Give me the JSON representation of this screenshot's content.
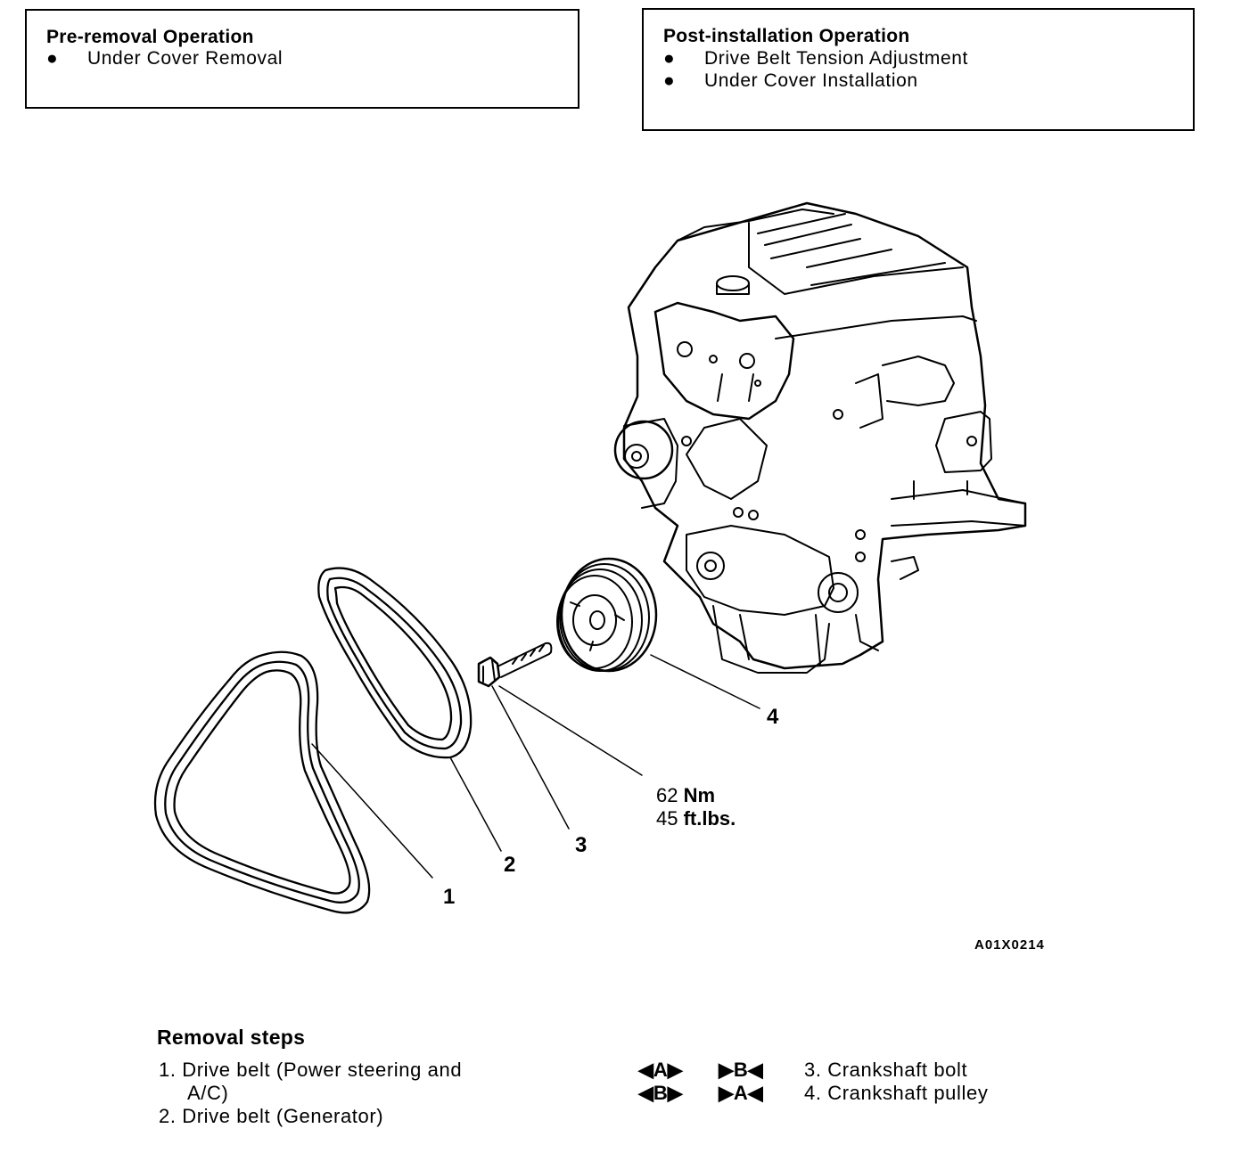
{
  "pre_removal": {
    "title": "Pre-removal Operation",
    "items": [
      "Under Cover Removal"
    ]
  },
  "post_installation": {
    "title": "Post-installation Operation",
    "items": [
      "Drive Belt Tension Adjustment",
      "Under Cover Installation"
    ]
  },
  "bullet": "●",
  "callouts": [
    "1",
    "2",
    "3",
    "4"
  ],
  "torque": {
    "value_nm": "62",
    "unit_nm": "Nm",
    "value_ft": "45",
    "unit_ft": "ft.lbs."
  },
  "figure_code": "A01X0214",
  "removal_steps": {
    "title": "Removal steps",
    "step1_line1": "1. Drive belt (Power steering and",
    "step1_line2": "A/C)",
    "step2": "2. Drive belt (Generator)",
    "step3": "3. Crankshaft bolt",
    "step4": "4. Crankshaft pulley",
    "marks_row1": [
      "◀A▶",
      "▶B◀"
    ],
    "marks_row2": [
      "◀B▶",
      "▶A◀"
    ]
  }
}
